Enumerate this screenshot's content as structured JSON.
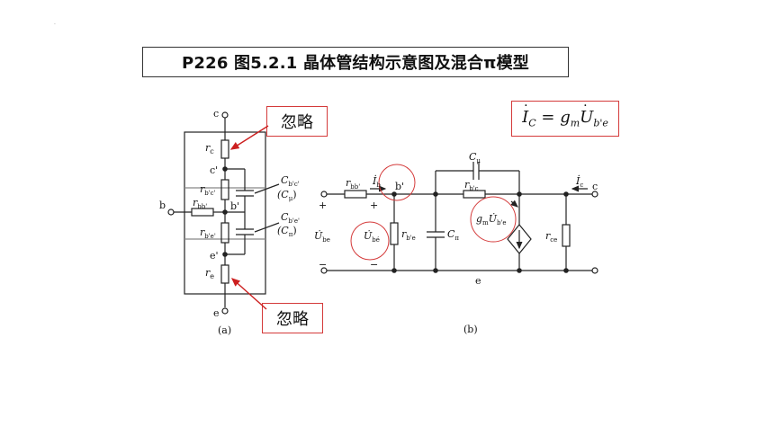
{
  "title": "P226  图5.2.1 晶体管结构示意图及混合π模型",
  "top_dot": ".",
  "callouts": {
    "top": "忽略",
    "bottom": "忽略"
  },
  "formula": "İ_C = g_m U̇_b'e",
  "colors": {
    "callout_border": "#d43a3a",
    "arrow": "#cc1f1f",
    "wire": "#222222",
    "gray_band": "#888888"
  },
  "diagram_a": {
    "node_c": "c",
    "node_b": "b",
    "node_e": "e",
    "node_c_prime": "c'",
    "node_b_prime": "b'",
    "node_e_prime": "e'",
    "r_c": "r",
    "r_c_sub": "c",
    "r_bc": "r",
    "r_bc_sub": "b'c'",
    "r_bb": "r",
    "r_bb_sub": "bb'",
    "r_be": "r",
    "r_be_sub": "b'e'",
    "r_e": "r",
    "r_e_sub": "e",
    "cap_top": "C",
    "cap_top_sub": "b'c'",
    "cap_top_alt": "(C",
    "cap_top_alt_sub": "μ",
    "cap_top_alt_end": ")",
    "cap_bot": "C",
    "cap_bot_sub": "b'e'",
    "cap_bot_alt": "(C",
    "cap_bot_alt_sub": "π",
    "cap_bot_alt_end": ")",
    "caption": "(a)"
  },
  "diagram_b": {
    "r_bb": "r",
    "r_bb_sub": "bb'",
    "i_b": "İ",
    "i_b_sub": "b",
    "node_b_prime": "b'",
    "c_mu": "C",
    "c_mu_sub": "μ",
    "r_bc": "r",
    "r_bc_sub": "b'c",
    "i_c": "İ",
    "i_c_sub": "c",
    "node_c": "c",
    "plus_left": "+",
    "plus_inner": "+",
    "minus_left": "−",
    "minus_inner": "−",
    "u_be_outer": "U̇",
    "u_be_outer_sub": "be",
    "u_be_inner": "U̇",
    "u_be_inner_sub": "bé",
    "r_be": "r",
    "r_be_sub": "b'e",
    "c_pi": "C",
    "c_pi_sub": "π",
    "gm": "g",
    "gm_sub": "m",
    "gm_u": "U̇",
    "gm_u_sub": "b'e",
    "r_ce": "r",
    "r_ce_sub": "ce",
    "node_e": "e",
    "caption": "(b)"
  }
}
